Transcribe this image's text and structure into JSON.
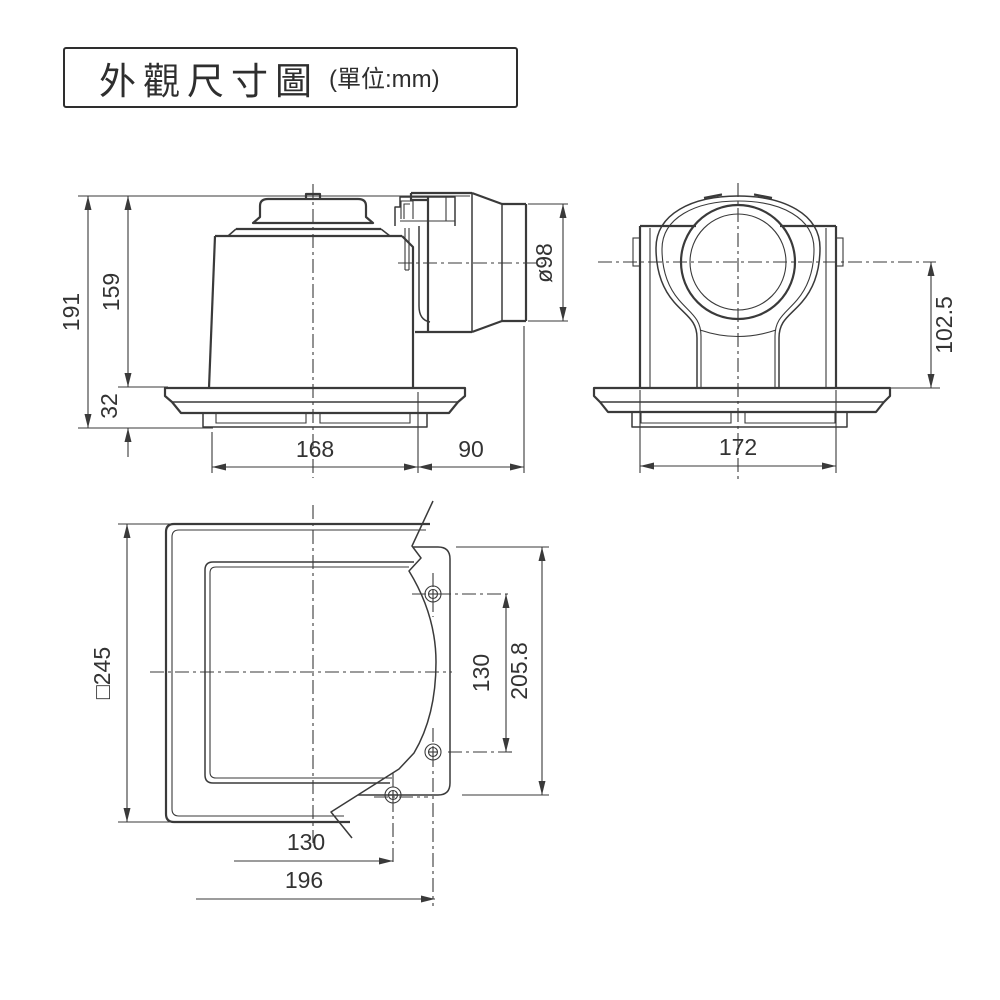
{
  "title": {
    "main": "外觀尺寸圖",
    "unit_note": "(單位:mm)"
  },
  "drawing": {
    "type": "technical-dimension-diagram",
    "unit": "mm",
    "line_color": "#3a3a3a",
    "background": "#ffffff",
    "views": {
      "side": {
        "label": "side-view",
        "dims": {
          "total_height": "191",
          "body_height": "159",
          "flange_height": "32",
          "body_width": "168",
          "duct_length": "90",
          "duct_diameter": "ø98"
        }
      },
      "front": {
        "label": "front-view",
        "dims": {
          "center_to_flange": "102.5",
          "body_width": "172"
        }
      },
      "bottom": {
        "label": "bottom-view",
        "dims": {
          "panel_size": "□245",
          "hole_pitch_vertical": "130",
          "mount_plate_length": "205.8",
          "hole_pitch_horizontal": "130",
          "mount_width": "196"
        }
      }
    }
  }
}
